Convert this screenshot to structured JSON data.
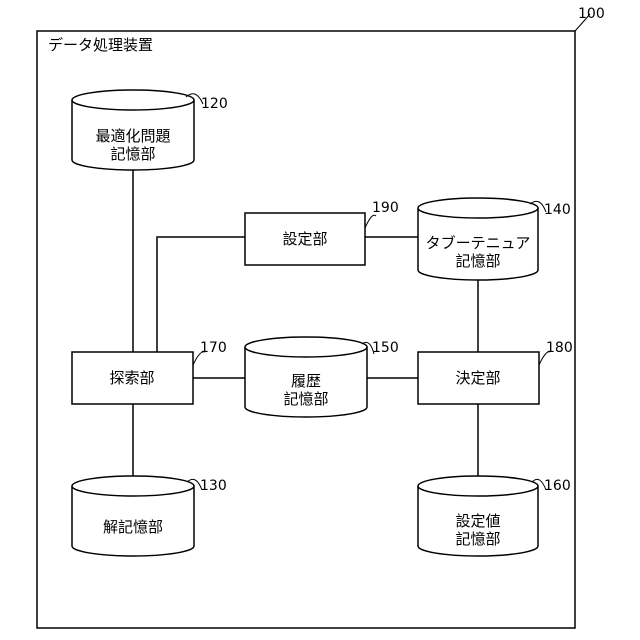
{
  "container": {
    "title": "データ処理装置",
    "ref": "100"
  },
  "units": {
    "setting": {
      "label": "設定部",
      "ref": "190"
    },
    "search": {
      "label": "探索部",
      "ref": "170"
    },
    "decision": {
      "label": "決定部",
      "ref": "180"
    }
  },
  "storages": {
    "optimization": {
      "label": "最適化問題\n記憶部",
      "ref": "120"
    },
    "tabu": {
      "label": "タブーテニュア\n記憶部",
      "ref": "140"
    },
    "history": {
      "label": "履歴\n記憶部",
      "ref": "150"
    },
    "solution": {
      "label": "解記憶部",
      "ref": "130"
    },
    "setting_value": {
      "label": "設定値\n記憶部",
      "ref": "160"
    }
  }
}
